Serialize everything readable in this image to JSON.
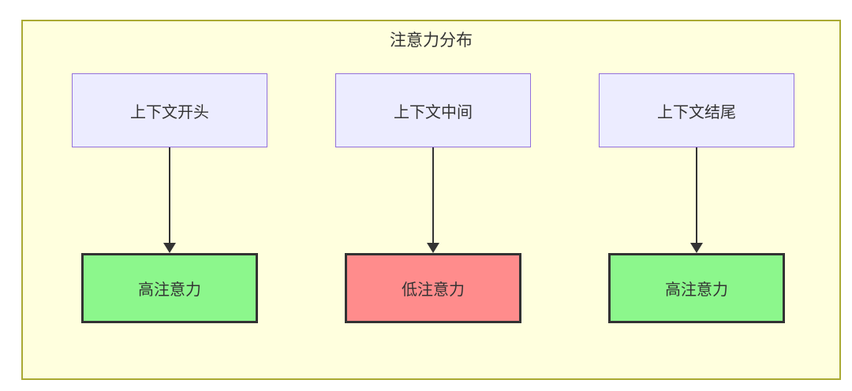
{
  "diagram": {
    "title": "注意力分布",
    "columns": [
      {
        "source": "上下文开头",
        "result": "高注意力",
        "level": "high"
      },
      {
        "source": "上下文中间",
        "result": "低注意力",
        "level": "low"
      },
      {
        "source": "上下文结尾",
        "result": "高注意力",
        "level": "high"
      }
    ],
    "colors": {
      "container_fill": "#FFFFDE",
      "container_border": "#AAAA33",
      "source_fill": "#ECECFF",
      "source_border": "#9370DB",
      "high_attention_fill": "#8CF78C",
      "low_attention_fill": "#FF8C8C",
      "result_border": "#333333",
      "arrow": "#333333",
      "text": "#333333"
    }
  }
}
